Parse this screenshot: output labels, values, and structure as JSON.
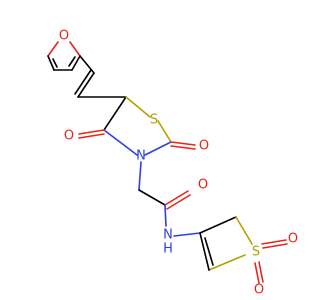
{
  "colors": {
    "bond": "#000000",
    "oxygen": "#e8251a",
    "nitrogen": "#2f3ee8",
    "sulfur": "#b3a100",
    "background": "#ffffff"
  },
  "atoms": {
    "furan_o": "O",
    "thiazolidine_s": "S",
    "thiazolidine_n": "N",
    "carbonyl_o_left": "O",
    "carbonyl_o_right": "O",
    "amide_o": "O",
    "amide_n": "N",
    "amide_h": "H",
    "sulfone_s": "S",
    "sulfone_o_top": "O",
    "sulfone_o_right": "O"
  }
}
